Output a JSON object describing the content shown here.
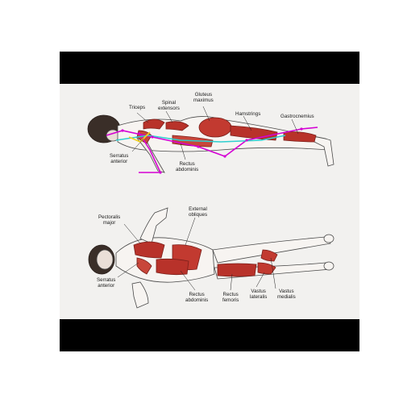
{
  "figure_1": {
    "labels": {
      "triceps": "Triceps",
      "spinal_extensors": "Spinal\nextensors",
      "gluteus_maximus": "Gluteus\nmaximus",
      "hamstrings": "Hamstrings",
      "gastrocnemius": "Gastrocnemius",
      "serratus_anterior": "Serratus\nanterior",
      "rectus_abdominis": "Rectus\nabdominis"
    }
  },
  "figure_2": {
    "labels": {
      "external_obliques": "External\nobliques",
      "pectoralis_major": "Pectoralis\nmajor",
      "serratus_anterior": "Serratus\nanterior",
      "rectus_abdominis": "Rectus\nabdominis",
      "rectus_femoris": "Rectus\nfemoris",
      "vastus_lateralis": "Vastus\nlateralis",
      "vastus_medialis": "Vastus\nmedialis"
    }
  },
  "colors": {
    "letterbox": "#000000",
    "background": "#f2f1ef",
    "muscle": "#b8322a",
    "overlay_magenta": "#d400d4",
    "overlay_cyan": "#2ecfcf",
    "overlay_yellow": "#f2d21c"
  }
}
